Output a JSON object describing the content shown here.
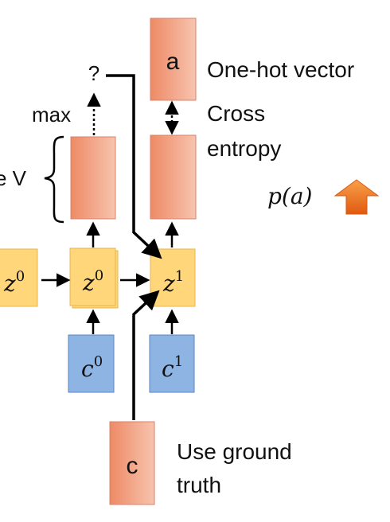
{
  "labels": {
    "question_mark": "?",
    "max": "max",
    "size_v": "e V",
    "one_hot_vector": "One-hot vector",
    "cross": "Cross",
    "entropy": "entropy",
    "use_ground": "Use ground",
    "truth": "truth"
  },
  "boxes": {
    "a_box": "a",
    "c_input": "c"
  },
  "math": {
    "p_a": "p(a)",
    "z_prev": {
      "base": "z",
      "sup": "0"
    },
    "z0": {
      "base": "z",
      "sup": "0"
    },
    "z1": {
      "base": "z",
      "sup": "1"
    },
    "c0": {
      "base": "c",
      "sup": "0"
    },
    "c1": {
      "base": "c",
      "sup": "1"
    }
  },
  "colors": {
    "salmon_start": "#EE8A66",
    "salmon_end": "#F7C4AE",
    "salmon_border": "#D9826A",
    "yellow_fill": "#FFD77A",
    "yellow_border": "#E8B64A",
    "blue_fill": "#8EB4E3",
    "blue_border": "#5B86C2",
    "arrow_up_start": "#F9A04A",
    "arrow_up_end": "#E05A10"
  },
  "icons": {
    "increase_arrow": "up-arrow-icon"
  }
}
